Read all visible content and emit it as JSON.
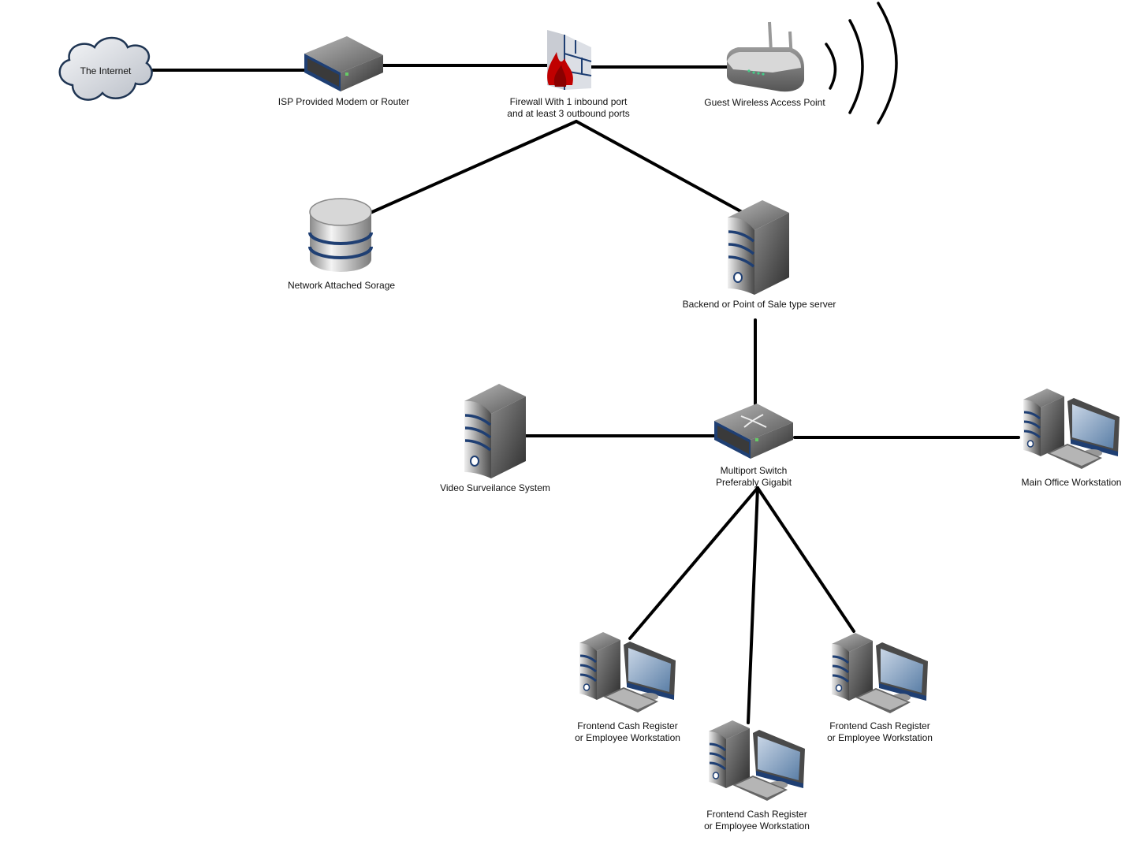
{
  "diagram": {
    "nodes": {
      "internet": {
        "label": "The Internet",
        "icon": "cloud-icon"
      },
      "modem": {
        "label": "ISP Provided Modem or Router",
        "icon": "router-icon"
      },
      "firewall": {
        "label_line1": "Firewall With 1 inbound port",
        "label_line2": "and at least 3 outbound ports",
        "icon": "firewall-icon"
      },
      "wap": {
        "label": "Guest Wireless Access Point",
        "icon": "wireless-router-icon"
      },
      "nas": {
        "label": "Network Attached Sorage",
        "icon": "database-icon"
      },
      "pos_server": {
        "label": "Backend or Point of Sale type server",
        "icon": "server-icon"
      },
      "video": {
        "label": "Video Surveilance System",
        "icon": "server-icon"
      },
      "switch": {
        "label_line1": "Multiport Switch",
        "label_line2": "Preferably Gigabit",
        "icon": "switch-icon"
      },
      "main_office": {
        "label": "Main Office Workstation",
        "icon": "workstation-icon"
      },
      "register1": {
        "label_line1": "Frontend Cash Register",
        "label_line2": "or Employee Workstation",
        "icon": "workstation-icon"
      },
      "register2": {
        "label_line1": "Frontend Cash Register",
        "label_line2": "or Employee Workstation",
        "icon": "workstation-icon"
      },
      "register3": {
        "label_line1": "Frontend Cash Register",
        "label_line2": "or Employee Workstation",
        "icon": "workstation-icon"
      }
    },
    "edges": [
      [
        "internet",
        "modem"
      ],
      [
        "modem",
        "firewall"
      ],
      [
        "firewall",
        "wap"
      ],
      [
        "firewall",
        "nas"
      ],
      [
        "firewall",
        "pos_server"
      ],
      [
        "pos_server",
        "switch"
      ],
      [
        "switch",
        "video"
      ],
      [
        "switch",
        "main_office"
      ],
      [
        "switch",
        "register1"
      ],
      [
        "switch",
        "register2"
      ],
      [
        "switch",
        "register3"
      ]
    ],
    "colors": {
      "line": "#000000",
      "accent_blue": "#1f3f73",
      "flame_red": "#c00000",
      "cloud_fill": "#dfe3ea",
      "cloud_stroke": "#1f3553"
    }
  }
}
